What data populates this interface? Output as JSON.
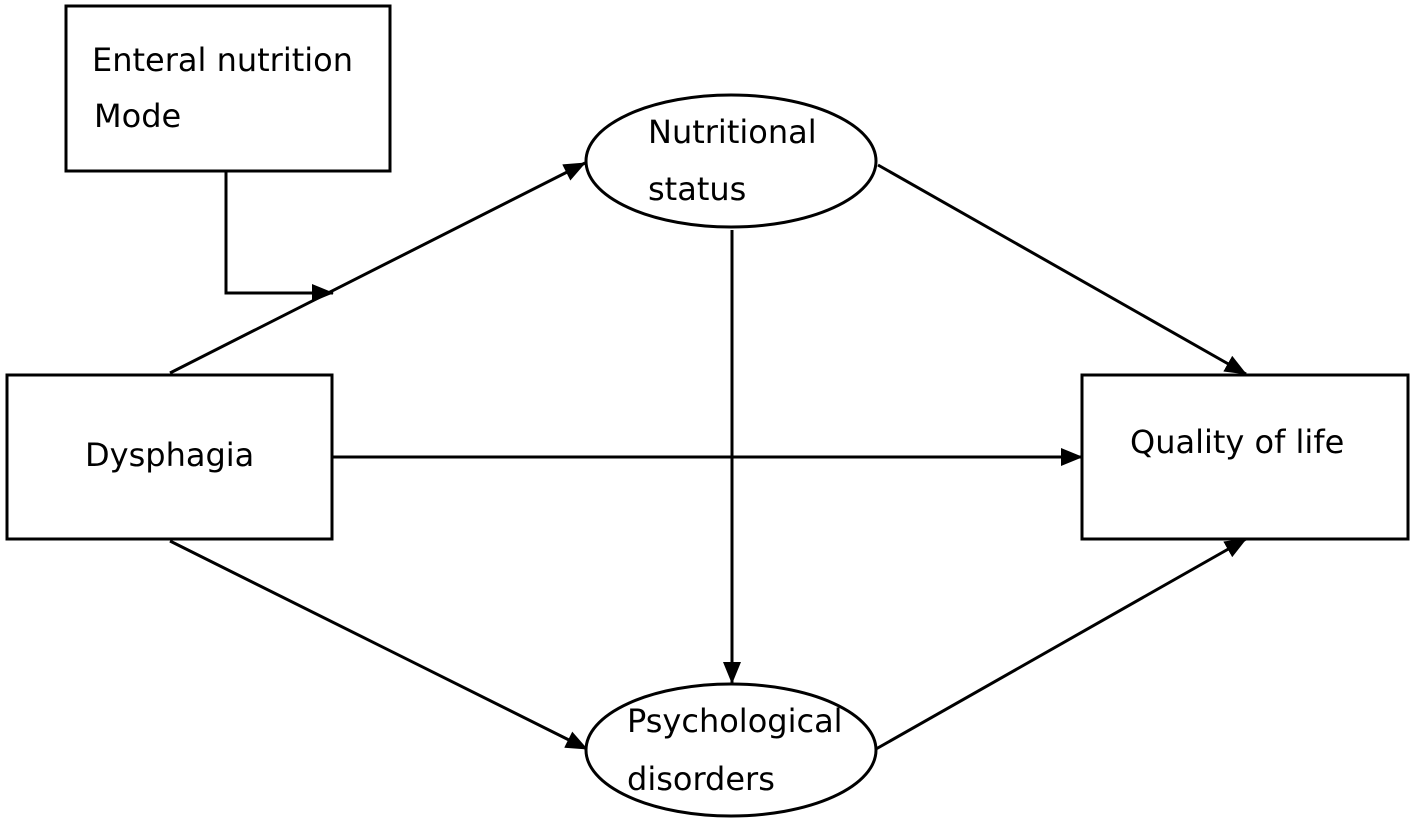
{
  "nodes": {
    "enteral_nutrition_mode": {
      "line1": "Enteral nutrition",
      "line2": "Mode"
    },
    "nutritional_status": {
      "line1": "Nutritional",
      "line2": "status"
    },
    "dysphagia": {
      "label": "Dysphagia"
    },
    "quality_of_life": {
      "label": "Quality of life"
    },
    "psychological_disorders": {
      "line1": "Psychological",
      "line2": "disorders"
    }
  },
  "colors": {
    "stroke": "#000000",
    "background": "#ffffff"
  }
}
